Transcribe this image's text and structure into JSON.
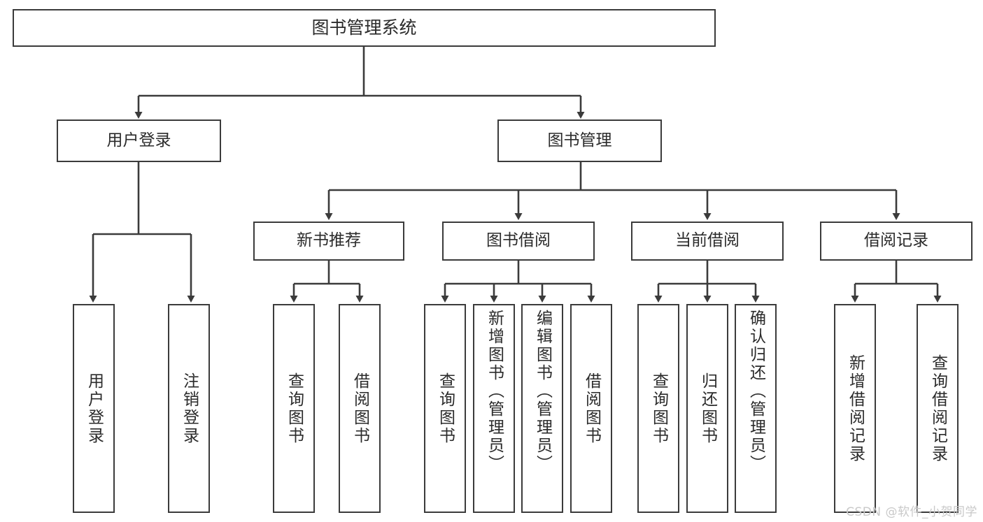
{
  "diagram": {
    "title": "图书管理系统",
    "watermark": "CSDN @软件_小贺同学",
    "line_color": "#3b3b3b",
    "text_color": "#2b2b2b",
    "background": "#ffffff"
  },
  "root": {
    "label": "图书管理系统"
  },
  "level2": [
    {
      "label": "用户登录"
    },
    {
      "label": "图书管理"
    }
  ],
  "level3": [
    {
      "label": "新书推荐"
    },
    {
      "label": "图书借阅"
    },
    {
      "label": "当前借阅"
    },
    {
      "label": "借阅记录"
    }
  ],
  "leaves": {
    "user_login": [
      {
        "label": "用户登录"
      },
      {
        "label": "注销登录"
      }
    ],
    "new_book": [
      {
        "label": "查询图书"
      },
      {
        "label": "借阅图书"
      }
    ],
    "borrow": [
      {
        "label": "查询图书"
      },
      {
        "label": "新增图书（管理员）"
      },
      {
        "label": "编辑图书（管理员）"
      },
      {
        "label": "借阅图书"
      }
    ],
    "current": [
      {
        "label": "查询图书"
      },
      {
        "label": "归还图书"
      },
      {
        "label": "确认归还（管理员）"
      }
    ],
    "records": [
      {
        "label": "新增借阅记录"
      },
      {
        "label": "查询借阅记录"
      }
    ]
  }
}
